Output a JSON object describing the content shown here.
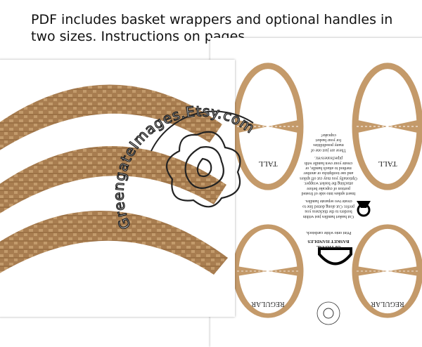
{
  "headline": "PDF includes basket wrappers and optional handles in two sizes. Instructions on pages.",
  "watermark": "GreengateImages.Etsy.com",
  "colors": {
    "basket": "#a87d50",
    "basket_light": "#c39b6c",
    "handle": "#c49a6a",
    "text": "#111111"
  },
  "handles": {
    "tall_label": "TALL",
    "regular_label": "REGULAR"
  },
  "instructions": {
    "title_1": "OPTIONAL",
    "title_2": "BASKET HANDLES",
    "lines": [
      "Print onto white cardstock.",
      "Cut basket handles just within",
      "borders to the thickness you",
      "prefer. Cut along dotted line to",
      "create two separate handles.",
      "Insert spikes into side of frosted",
      "portion of cupcake before",
      "attaching the basket wrapper.",
      "Optionally you may cut off spikes",
      "and use toothpicks or another",
      "method to attach handle, or",
      "create your own handle with",
      "pipecleaners/etc.",
      "These are just one of",
      "many possibilities",
      "for your basket",
      "cupcake!"
    ]
  }
}
